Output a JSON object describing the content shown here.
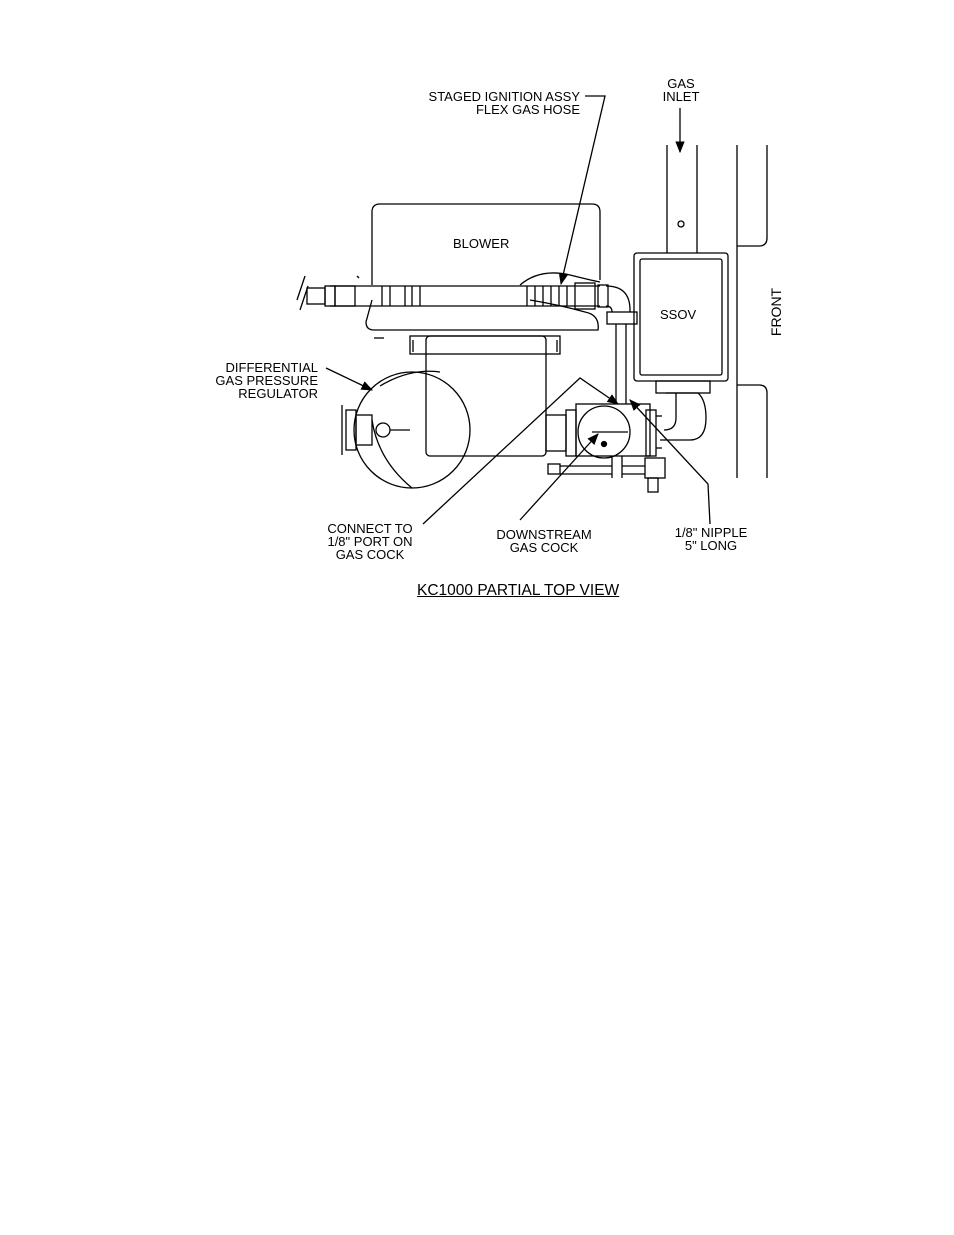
{
  "labels": {
    "staged_ignition": [
      "STAGED IGNITION ASSY",
      "FLEX GAS HOSE"
    ],
    "gas_inlet": [
      "GAS",
      "INLET"
    ],
    "blower": "BLOWER",
    "ssov": "SSOV",
    "front": "FRONT",
    "differential": [
      "DIFFERENTIAL",
      "GAS PRESSURE",
      "REGULATOR"
    ],
    "connect_to": [
      "CONNECT TO",
      "1/8\" PORT ON",
      "GAS COCK"
    ],
    "downstream": [
      "DOWNSTREAM",
      "GAS COCK"
    ],
    "nipple": [
      "1/8\" NIPPLE",
      "5\" LONG"
    ]
  },
  "title": "KC1000 PARTIAL TOP VIEW",
  "colors": {
    "line": "#000000",
    "background": "#ffffff"
  }
}
